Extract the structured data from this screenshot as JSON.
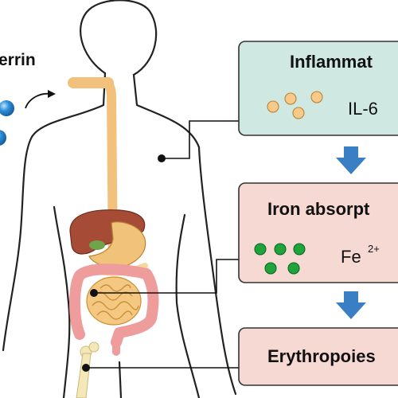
{
  "left_label": "errin",
  "boxes": {
    "inflammation": {
      "title": "Inflammat",
      "label": "IL-6",
      "fill": "#cfe8e1",
      "border": "#333333"
    },
    "iron_absorption": {
      "title": "Iron absorpt",
      "label_base": "Fe",
      "label_sup": "2+",
      "fill": "#f7d9d4",
      "border": "#333333"
    },
    "erythropoiesis": {
      "title": "Erythropoies",
      "fill": "#f7d9d4",
      "border": "#333333"
    }
  },
  "colors": {
    "arrow": "#3a7fc3",
    "il6_particle": "#f7c98a",
    "fe_particle": "#1fa33a",
    "blue_sphere": "#2f8fd8",
    "esophagus": "#f2c27d",
    "liver": "#a64b35",
    "stomach": "#f1c27a",
    "intestine_large": "#ee9c9c",
    "intestine_small": "#f5c882",
    "bone": "#f4e7b8"
  },
  "icons": [
    "body-outline-icon",
    "curved-arrow-icon",
    "down-arrow-icon",
    "liver-icon",
    "stomach-icon",
    "intestine-icon",
    "bone-icon"
  ]
}
